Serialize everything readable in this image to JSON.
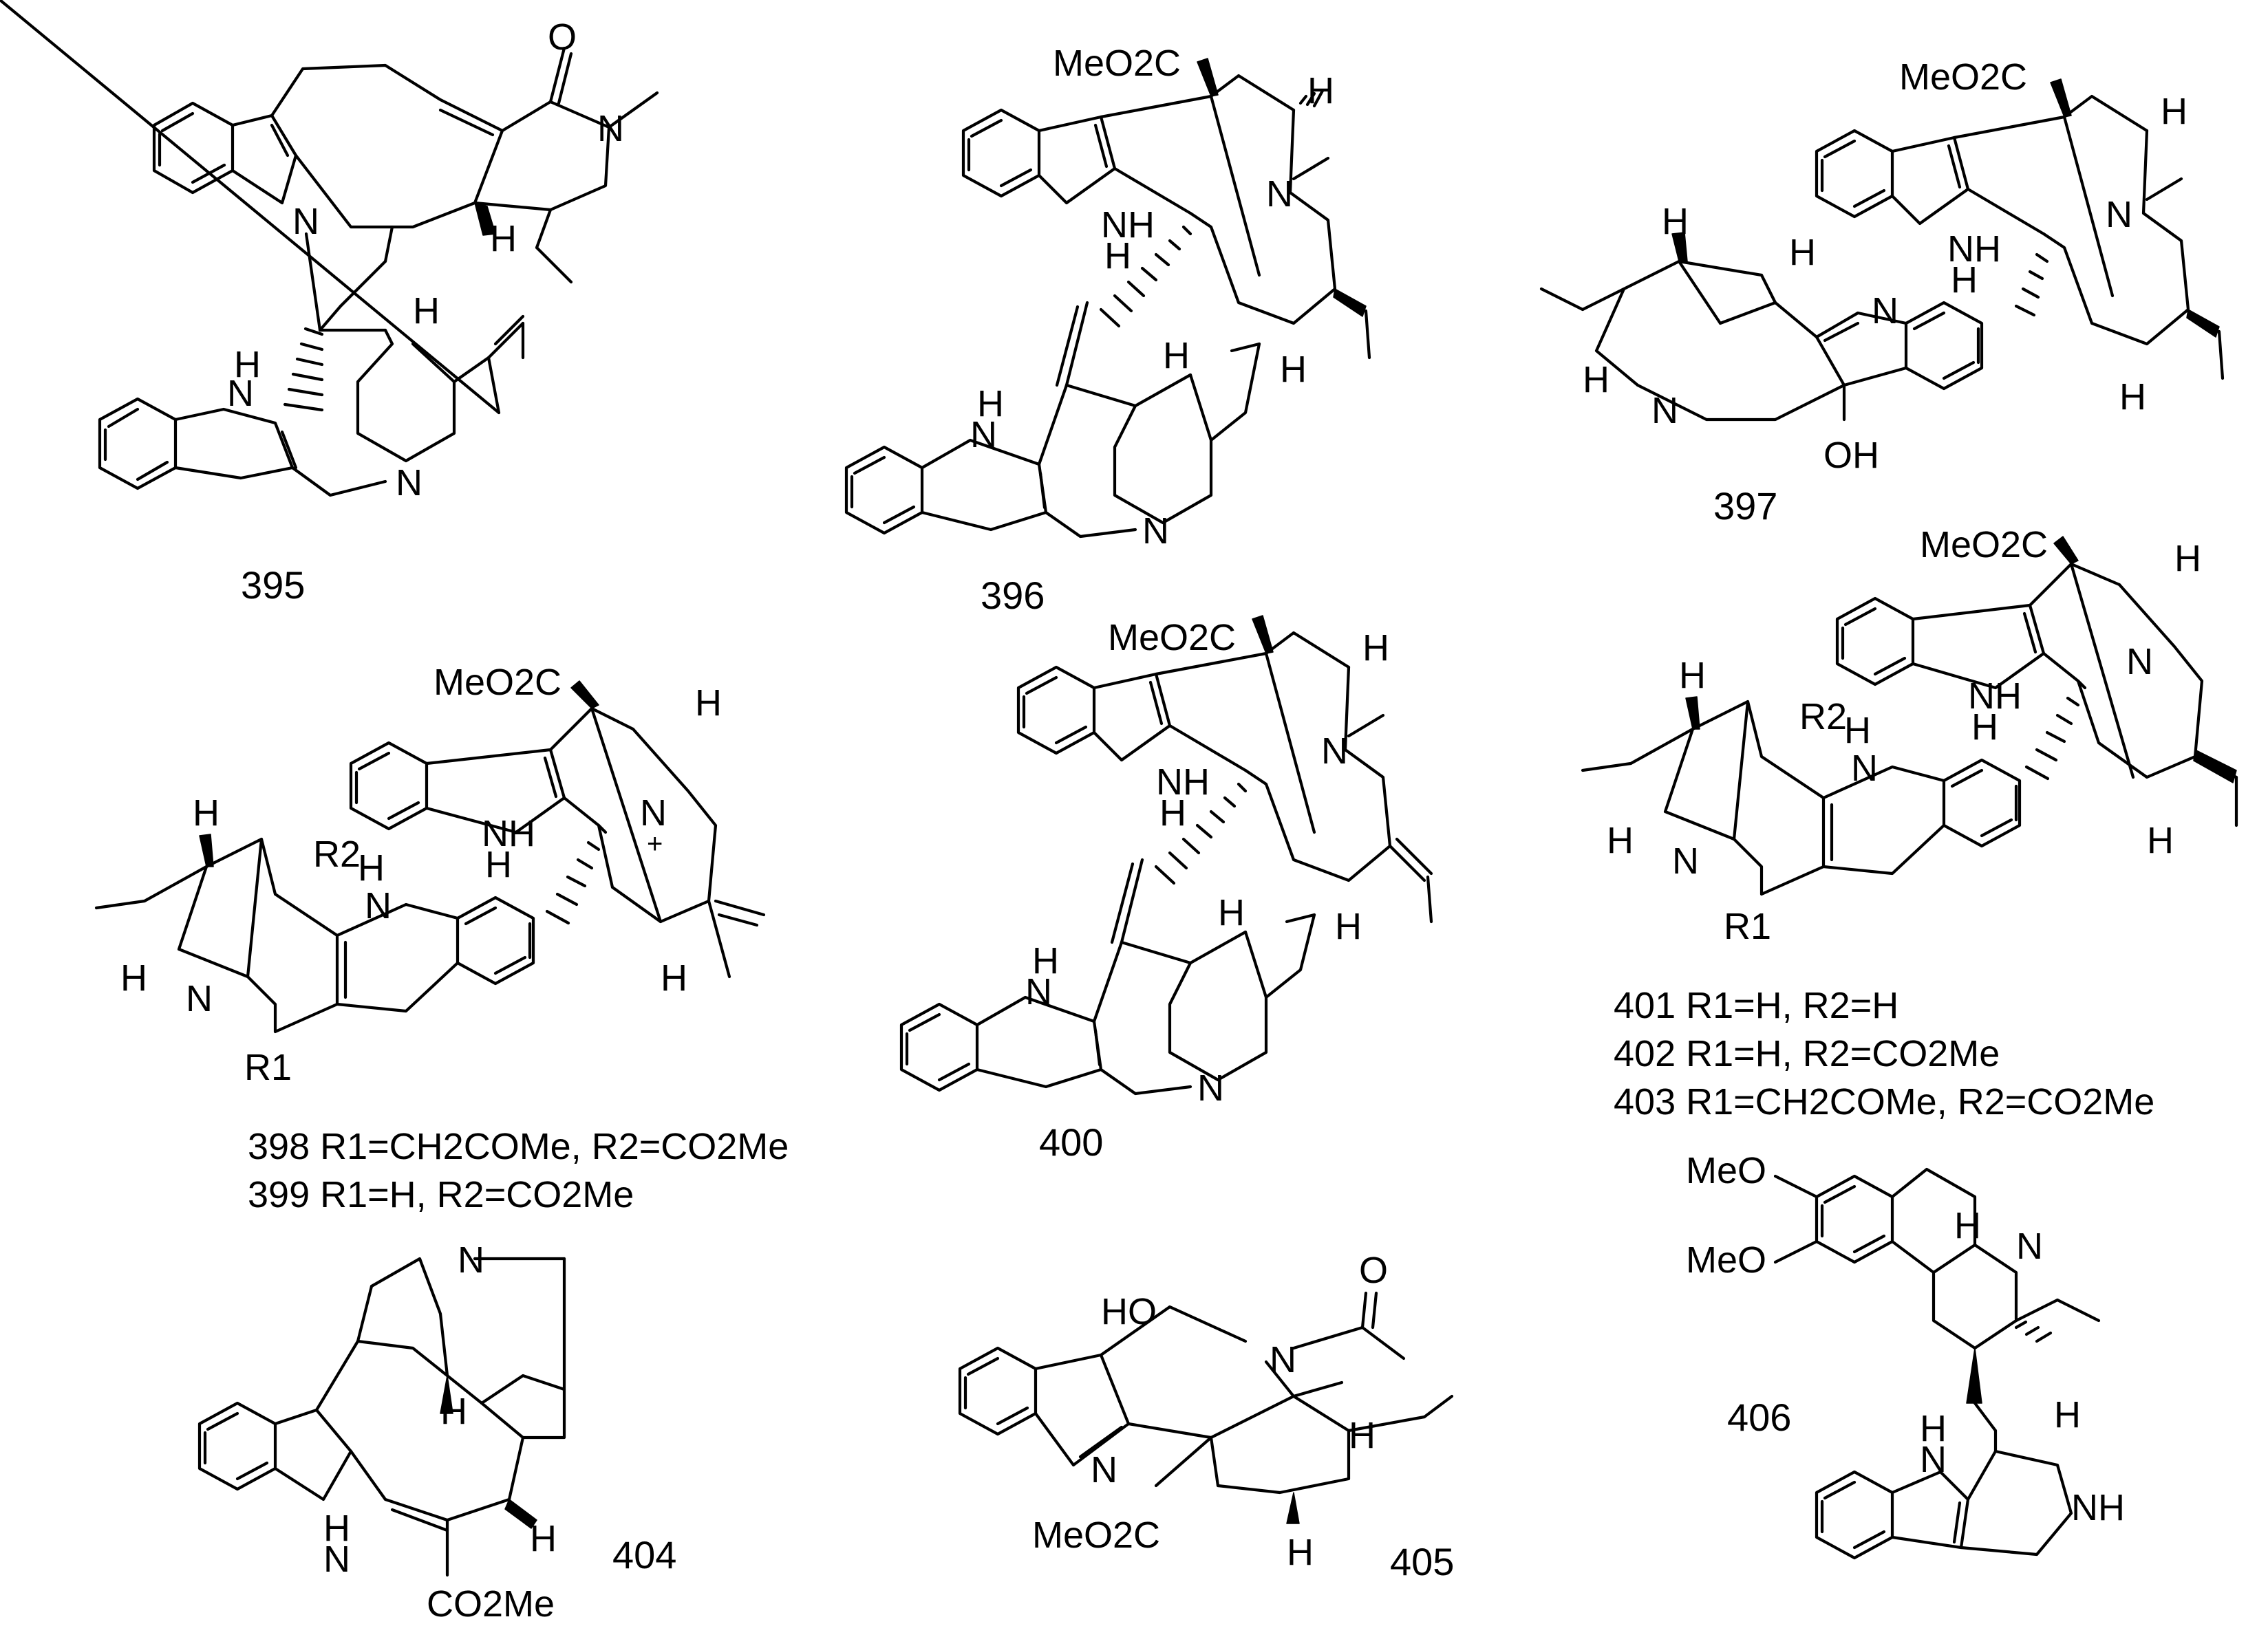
{
  "compounds": {
    "c395": {
      "id": "395"
    },
    "c396": {
      "id": "396"
    },
    "c397": {
      "id": "397"
    },
    "c398_399": {
      "line1": "398 R1=CH2COMe, R2=CO2Me",
      "line2": "399 R1=H, R2=CO2Me"
    },
    "c400": {
      "id": "400"
    },
    "c401_403": {
      "line1": "401 R1=H, R2=H",
      "line2": "402 R1=H, R2=CO2Me",
      "line3": "403 R1=CH2COMe, R2=CO2Me"
    },
    "c404": {
      "id": "404"
    },
    "c405": {
      "id": "405"
    },
    "c406": {
      "id": "406"
    }
  },
  "atoms": {
    "O": "O",
    "N": "N",
    "NH": "NH",
    "H": "H",
    "OH": "OH",
    "HO": "HO",
    "MeO2C": "MeO2C",
    "CO2Me": "CO2Me",
    "MeO": "MeO",
    "R1": "R1",
    "R2": "R2",
    "plus": "+"
  }
}
